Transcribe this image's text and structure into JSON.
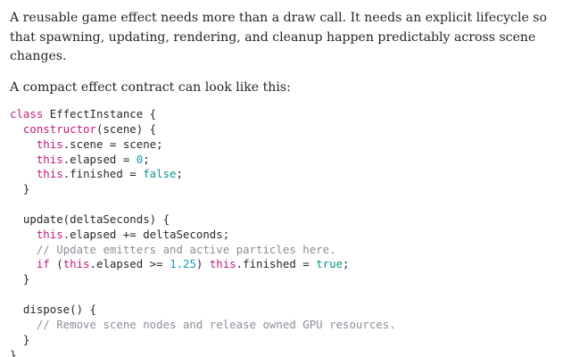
{
  "article": {
    "paragraph1": {
      "line1": "A reusable game effect needs more than a draw call. It needs an explicit lifecycle so",
      "line2": "that spawning, updating, rendering, and cleanup happen predictably across scene",
      "line3": "changes."
    },
    "paragraph2": "A compact effect contract can look like this:"
  },
  "code": {
    "lines": [
      [
        {
          "t": "class",
          "c": "kw"
        },
        {
          "t": " EffectInstance {",
          "c": ""
        }
      ],
      [
        {
          "t": "  ",
          "c": ""
        },
        {
          "t": "constructor",
          "c": "fn"
        },
        {
          "t": "(scene) {",
          "c": ""
        }
      ],
      [
        {
          "t": "    ",
          "c": ""
        },
        {
          "t": "this",
          "c": "kw"
        },
        {
          "t": ".scene = scene;",
          "c": ""
        }
      ],
      [
        {
          "t": "    ",
          "c": ""
        },
        {
          "t": "this",
          "c": "kw"
        },
        {
          "t": ".elapsed = ",
          "c": ""
        },
        {
          "t": "0",
          "c": "num"
        },
        {
          "t": ";",
          "c": ""
        }
      ],
      [
        {
          "t": "    ",
          "c": ""
        },
        {
          "t": "this",
          "c": "kw"
        },
        {
          "t": ".finished = ",
          "c": ""
        },
        {
          "t": "false",
          "c": "bool"
        },
        {
          "t": ";",
          "c": ""
        }
      ],
      [
        {
          "t": "  }",
          "c": ""
        }
      ],
      [
        {
          "t": "",
          "c": ""
        }
      ],
      [
        {
          "t": "  update(deltaSeconds) {",
          "c": ""
        }
      ],
      [
        {
          "t": "    ",
          "c": ""
        },
        {
          "t": "this",
          "c": "kw"
        },
        {
          "t": ".elapsed += deltaSeconds;",
          "c": ""
        }
      ],
      [
        {
          "t": "    ",
          "c": ""
        },
        {
          "t": "// Update emitters and active particles here.",
          "c": "cm"
        }
      ],
      [
        {
          "t": "    ",
          "c": ""
        },
        {
          "t": "if",
          "c": "kw"
        },
        {
          "t": " (",
          "c": ""
        },
        {
          "t": "this",
          "c": "kw"
        },
        {
          "t": ".elapsed >= ",
          "c": ""
        },
        {
          "t": "1.25",
          "c": "num"
        },
        {
          "t": ") ",
          "c": ""
        },
        {
          "t": "this",
          "c": "kw"
        },
        {
          "t": ".finished = ",
          "c": ""
        },
        {
          "t": "true",
          "c": "bool"
        },
        {
          "t": ";",
          "c": ""
        }
      ],
      [
        {
          "t": "  }",
          "c": ""
        }
      ],
      [
        {
          "t": "",
          "c": ""
        }
      ],
      [
        {
          "t": "  dispose() {",
          "c": ""
        }
      ],
      [
        {
          "t": "    ",
          "c": ""
        },
        {
          "t": "// Remove scene nodes and release owned GPU resources.",
          "c": "cm"
        }
      ],
      [
        {
          "t": "  }",
          "c": ""
        }
      ],
      [
        {
          "t": "}",
          "c": ""
        }
      ]
    ]
  },
  "colors": {
    "text": "#1f2328",
    "keyword": "#c41a78",
    "number": "#1a9bb8",
    "boolean": "#0d9488",
    "comment": "#8a8f98"
  }
}
